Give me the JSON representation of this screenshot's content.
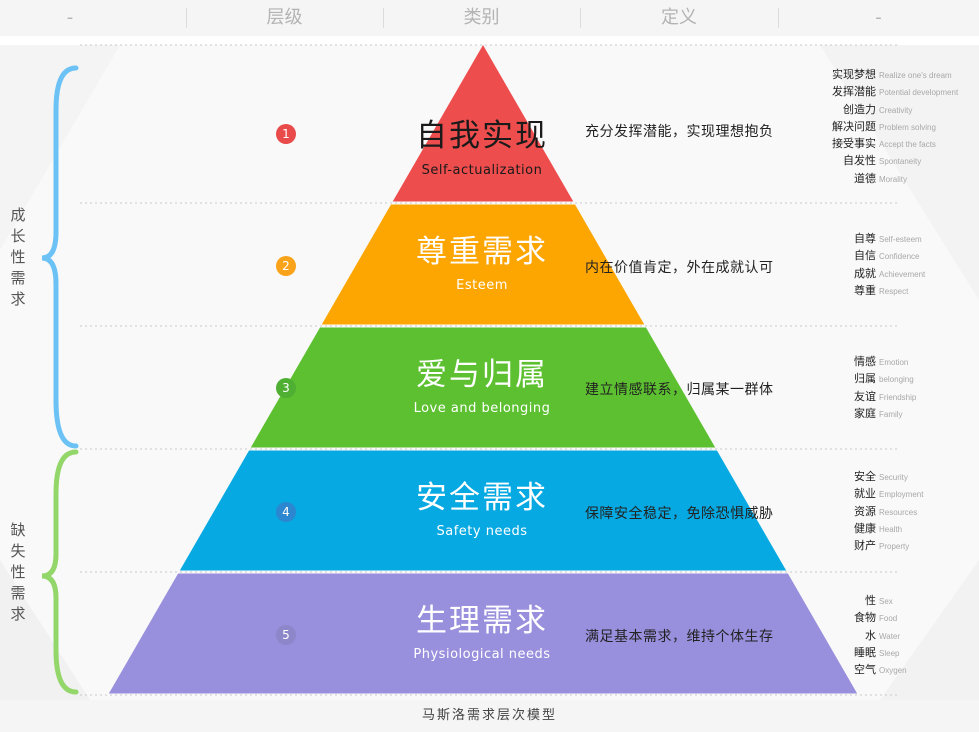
{
  "header": {
    "columns": [
      "-",
      "层级",
      "类别",
      "定义",
      "-"
    ]
  },
  "groups": [
    {
      "label": "成长性需求",
      "color": "#6cc2f4"
    },
    {
      "label": "缺失性需求",
      "color": "#93d66a"
    }
  ],
  "levels": [
    {
      "number": "1",
      "title_zh": "自我实现",
      "title_en": "Self-actualization",
      "definition": "充分发挥潜能，实现理想抱负",
      "color": "#ee4d4d",
      "badge_color": "#e94a4a",
      "text_color": "#1a1a1a",
      "keywords": [
        {
          "zh": "实现梦想",
          "en": "Realize one's dream"
        },
        {
          "zh": "发挥潜能",
          "en": "Potential development"
        },
        {
          "zh": "创造力",
          "en": "Creativity"
        },
        {
          "zh": "解决问题",
          "en": "Problem solving"
        },
        {
          "zh": "接受事实",
          "en": "Accept the facts"
        },
        {
          "zh": "自发性",
          "en": "Spontaneity"
        },
        {
          "zh": "道德",
          "en": "Morality"
        }
      ]
    },
    {
      "number": "2",
      "title_zh": "尊重需求",
      "title_en": "Esteem",
      "definition": "内在价值肯定，外在成就认可",
      "color": "#fda602",
      "badge_color": "#f8a31a",
      "text_color": "#ffffff",
      "keywords": [
        {
          "zh": "自尊",
          "en": "Self-esteem"
        },
        {
          "zh": "自信",
          "en": "Confidence"
        },
        {
          "zh": "成就",
          "en": "Achievement"
        },
        {
          "zh": "尊重",
          "en": "Respect"
        }
      ]
    },
    {
      "number": "3",
      "title_zh": "爱与归属",
      "title_en": "Love and belonging",
      "definition": "建立情感联系，归属某一群体",
      "color": "#5cc030",
      "badge_color": "#4eaf32",
      "text_color": "#ffffff",
      "keywords": [
        {
          "zh": "情感",
          "en": "Emotion"
        },
        {
          "zh": "归属",
          "en": "belonging"
        },
        {
          "zh": "友谊",
          "en": "Friendship"
        },
        {
          "zh": "家庭",
          "en": "Family"
        }
      ]
    },
    {
      "number": "4",
      "title_zh": "安全需求",
      "title_en": "Safety needs",
      "definition": "保障安全稳定，免除恐惧威胁",
      "color": "#06a9e1",
      "badge_color": "#2c86d0",
      "text_color": "#ffffff",
      "keywords": [
        {
          "zh": "安全",
          "en": "Security"
        },
        {
          "zh": "就业",
          "en": "Employment"
        },
        {
          "zh": "资源",
          "en": "Resources"
        },
        {
          "zh": "健康",
          "en": "Health"
        },
        {
          "zh": "财产",
          "en": "Property"
        }
      ]
    },
    {
      "number": "5",
      "title_zh": "生理需求",
      "title_en": "Physiological needs",
      "definition": "满足基本需求，维持个体生存",
      "color": "#988fdd",
      "badge_color": "#8d86c9",
      "text_color": "#ffffff",
      "keywords": [
        {
          "zh": "性",
          "en": "Sex"
        },
        {
          "zh": "食物",
          "en": "Food"
        },
        {
          "zh": "水",
          "en": "Water"
        },
        {
          "zh": "睡眠",
          "en": "Sleep"
        },
        {
          "zh": "空气",
          "en": "Oxygen"
        }
      ]
    }
  ],
  "footer": {
    "caption": "马斯洛需求层次模型"
  }
}
